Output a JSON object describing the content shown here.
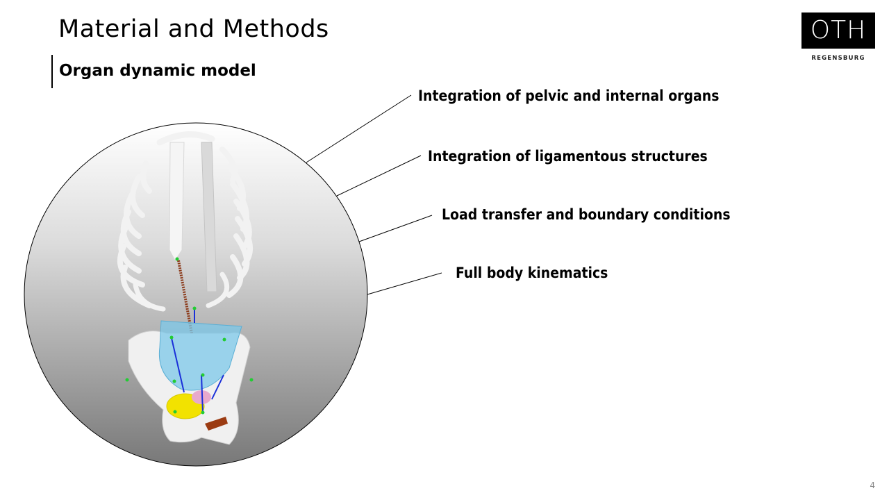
{
  "slide": {
    "title": "Material and Methods",
    "subtitle": "Organ dynamic model",
    "page_number": "4"
  },
  "logo": {
    "mark": "OTH",
    "name": "REGENSBURG"
  },
  "model_image": {
    "description": "3D biomechanical model: rib cage, spring, pelvis with organs and ligaments",
    "icon": "anatomical-model-illustration"
  },
  "points": [
    {
      "label": "Integration of pelvic and internal organs"
    },
    {
      "label": "Integration of ligamentous structures"
    },
    {
      "label": "Load transfer and boundary conditions"
    },
    {
      "label": "Full body kinematics"
    }
  ],
  "colors": {
    "circle_top": "#ffffff",
    "circle_bottom": "#7a7a7a",
    "bone": "#eeeeee",
    "organ_blue": "#7cc8ea",
    "organ_yellow": "#f2e200",
    "ligament": "#1a2fd9",
    "marker": "#22cc33",
    "spring": "#8b3a1a"
  }
}
